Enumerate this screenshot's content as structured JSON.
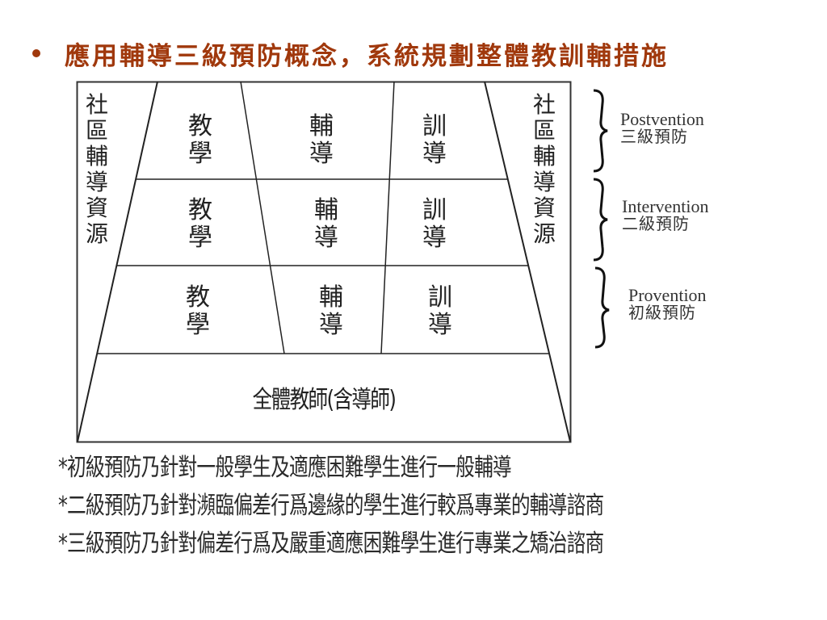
{
  "title": {
    "bullet": "•",
    "text": "應用輔導三級預防概念，系統規劃整體教訓輔措施",
    "color": "#a0380c"
  },
  "diagram": {
    "side_left": "社區輔導資源",
    "side_right": "社區輔導資源",
    "rows": [
      {
        "cells": [
          "教學",
          "輔導",
          "訓導"
        ]
      },
      {
        "cells": [
          "教學",
          "輔導",
          "訓導"
        ]
      },
      {
        "cells": [
          "教學",
          "輔導",
          "訓導"
        ]
      }
    ],
    "base": "全體教師(含導師)",
    "levels": [
      {
        "en": "Postvention",
        "zh": "三級預防"
      },
      {
        "en": "Intervention",
        "zh": "二級預防"
      },
      {
        "en": "Provention",
        "zh": "初級預防"
      }
    ]
  },
  "notes": [
    "*初級預防乃針對一般學生及適應困難學生進行一般輔導",
    "*二級預防乃針對瀕臨偏差行爲邊緣的學生進行較爲專業的輔導諮商",
    "*三級預防乃針對偏差行爲及嚴重適應困難學生進行專業之矯治諮商"
  ]
}
